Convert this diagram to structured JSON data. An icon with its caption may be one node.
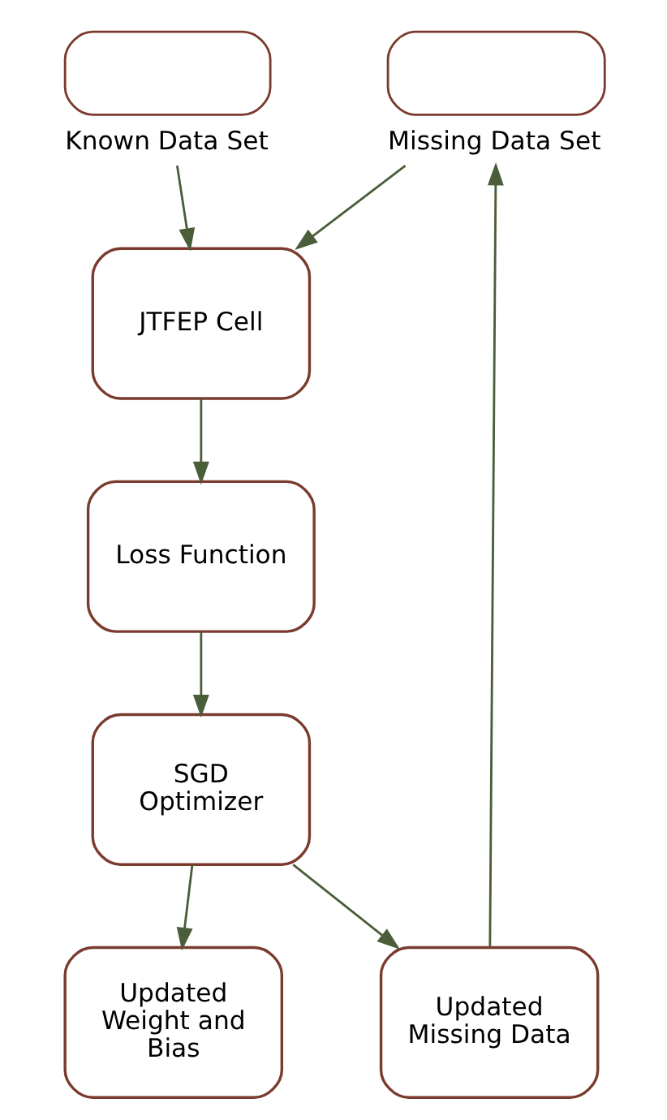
{
  "diagram": {
    "nodes": [
      {
        "text": [
          "Known Data Set"
        ]
      },
      {
        "text": [
          "Missing Data Set"
        ]
      },
      {
        "text": [
          "JTFEP Cell"
        ]
      },
      {
        "text": [
          "Loss Function"
        ]
      },
      {
        "text": [
          "SGD Optimizer"
        ]
      },
      {
        "text": [
          "Updated Weight and Bias"
        ]
      },
      {
        "text": [
          "Updated Missing Data"
        ]
      }
    ],
    "edges": [
      {
        "from": 0,
        "to": 2,
        "arrow": "to"
      },
      {
        "from": 1,
        "to": 2,
        "arrow": "to"
      },
      {
        "from": 2,
        "to": 3,
        "arrow": "to"
      },
      {
        "from": 3,
        "to": 4,
        "arrow": "to"
      },
      {
        "from": 4,
        "to": 5,
        "arrow": "to"
      },
      {
        "from": 4,
        "to": 6,
        "arrow": "to"
      },
      {
        "from": 6,
        "to": 1,
        "arrow": "to"
      }
    ]
  }
}
